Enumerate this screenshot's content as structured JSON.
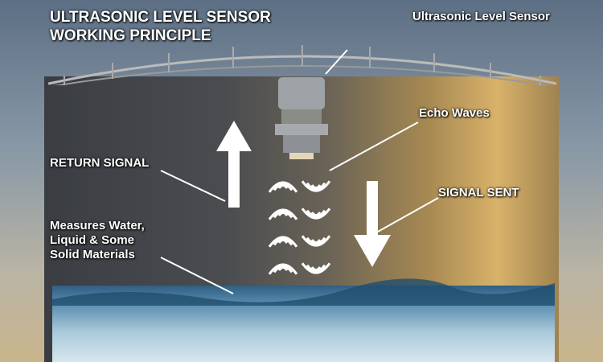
{
  "title": {
    "line1": "ULTRASONIC LEVEL SENSOR",
    "line2": "WORKING PRINCIPLE"
  },
  "labels": {
    "sensor": "Ultrasonic Level Sensor",
    "echo": "Echo Waves",
    "return": "RETURN SIGNAL",
    "sent": "SIGNAL SENT",
    "measures": [
      "Measures Water,",
      "Liquid & Some",
      "Solid Materials"
    ]
  },
  "colors": {
    "label": "#ffffff",
    "arrow": "#ffffff",
    "water": "#2f5f82"
  }
}
